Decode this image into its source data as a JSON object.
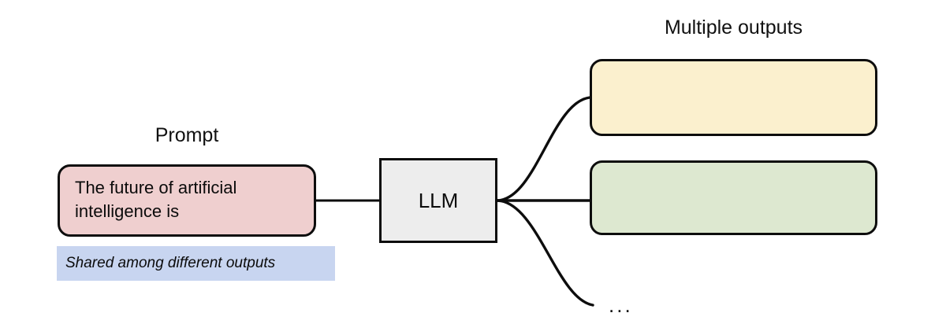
{
  "diagram": {
    "title_prompt": "Prompt",
    "title_outputs": "Multiple outputs",
    "prompt_text": "The future of artificial intelligence is",
    "model_label": "LLM",
    "shared_note": "Shared among different outputs",
    "ellipsis": "...",
    "outputs": [
      {
        "id": "output-1",
        "text": "",
        "color": "#FBF0CE"
      },
      {
        "id": "output-2",
        "text": "",
        "color": "#DDE8D0"
      }
    ],
    "colors": {
      "prompt_fill": "#EFCFCF",
      "model_fill": "#EDEDED",
      "output_1_fill": "#FBF0CE",
      "output_2_fill": "#DDE8D0",
      "note_fill": "#C8D5F0",
      "stroke": "#0d0d0d",
      "background": "#ffffff"
    }
  }
}
